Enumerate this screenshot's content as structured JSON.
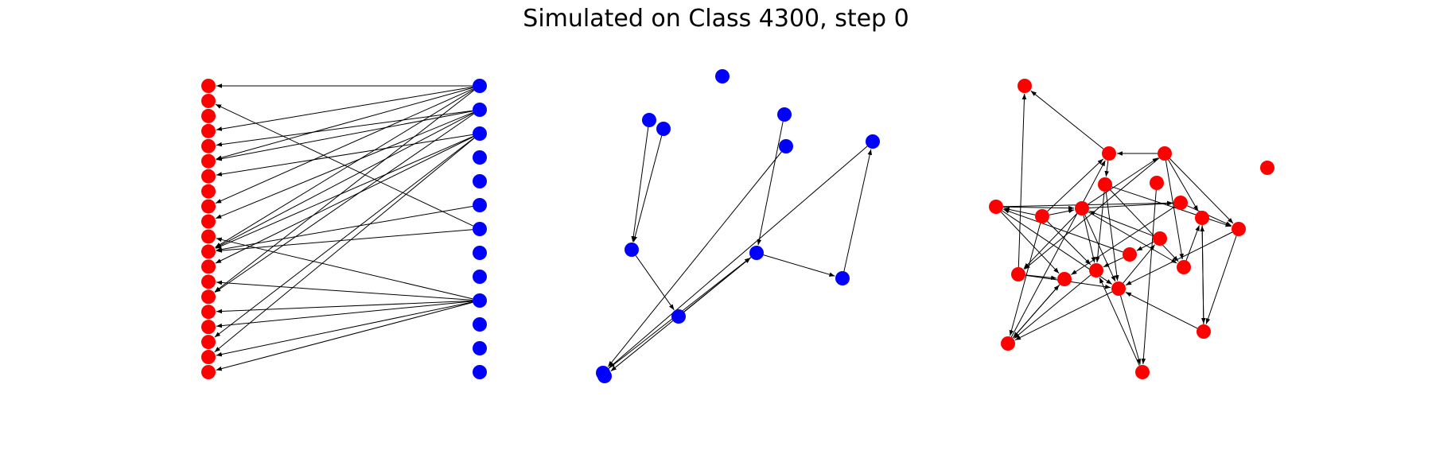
{
  "figure": {
    "title": "Simulated on Class 4300, step 0"
  },
  "colors": {
    "red_node": "#ff0000",
    "blue_node": "#0000ff",
    "edge": "#000000",
    "background": "#ffffff"
  },
  "panels": [
    {
      "id": "bipartite",
      "left_nodes": 20,
      "right_nodes": 13,
      "edges": [
        [
          0,
          0
        ],
        [
          1,
          6
        ],
        [
          3,
          0
        ],
        [
          4,
          1
        ],
        [
          5,
          0
        ],
        [
          5,
          1
        ],
        [
          6,
          2
        ],
        [
          8,
          0
        ],
        [
          9,
          1
        ],
        [
          10,
          9
        ],
        [
          11,
          0
        ],
        [
          11,
          1
        ],
        [
          11,
          5
        ],
        [
          11,
          6
        ],
        [
          11,
          2
        ],
        [
          12,
          2
        ],
        [
          13,
          9
        ],
        [
          14,
          0
        ],
        [
          14,
          1
        ],
        [
          15,
          9
        ],
        [
          16,
          9
        ],
        [
          17,
          2
        ],
        [
          18,
          9
        ],
        [
          18,
          2
        ],
        [
          19,
          9
        ]
      ]
    },
    {
      "id": "sparse-blue",
      "nodes": 12,
      "edges": [
        [
          2,
          4
        ],
        [
          1,
          4
        ],
        [
          4,
          8
        ],
        [
          8,
          7
        ],
        [
          7,
          9
        ],
        [
          7,
          11
        ],
        [
          9,
          6
        ],
        [
          6,
          10
        ],
        [
          10,
          7
        ],
        [
          5,
          10
        ],
        [
          3,
          7
        ]
      ]
    },
    {
      "id": "dense-red",
      "nodes": 22,
      "edges": [
        [
          5,
          4
        ],
        [
          3,
          5
        ],
        [
          3,
          6
        ],
        [
          3,
          2
        ],
        [
          3,
          14
        ],
        [
          3,
          15
        ],
        [
          2,
          8
        ],
        [
          2,
          16
        ],
        [
          2,
          13
        ],
        [
          2,
          6
        ],
        [
          6,
          7
        ],
        [
          6,
          8
        ],
        [
          6,
          12
        ],
        [
          6,
          14
        ],
        [
          6,
          18
        ],
        [
          6,
          16
        ],
        [
          4,
          11
        ],
        [
          4,
          18
        ],
        [
          4,
          16
        ],
        [
          4,
          14
        ],
        [
          7,
          5
        ],
        [
          7,
          11
        ],
        [
          7,
          18
        ],
        [
          7,
          12
        ],
        [
          7,
          20
        ],
        [
          8,
          11
        ],
        [
          8,
          13
        ],
        [
          9,
          6
        ],
        [
          9,
          10
        ],
        [
          10,
          2
        ],
        [
          10,
          14
        ],
        [
          11,
          16
        ],
        [
          12,
          13
        ],
        [
          12,
          16
        ],
        [
          13,
          15
        ],
        [
          14,
          15
        ],
        [
          15,
          13
        ],
        [
          16,
          9
        ],
        [
          16,
          17
        ],
        [
          16,
          15
        ],
        [
          17,
          14
        ],
        [
          18,
          20
        ],
        [
          19,
          20
        ],
        [
          19,
          16
        ],
        [
          20,
          19
        ],
        [
          21,
          17
        ],
        [
          11,
          19
        ],
        [
          12,
          0
        ],
        [
          5,
          0
        ],
        [
          15,
          5
        ]
      ]
    }
  ]
}
